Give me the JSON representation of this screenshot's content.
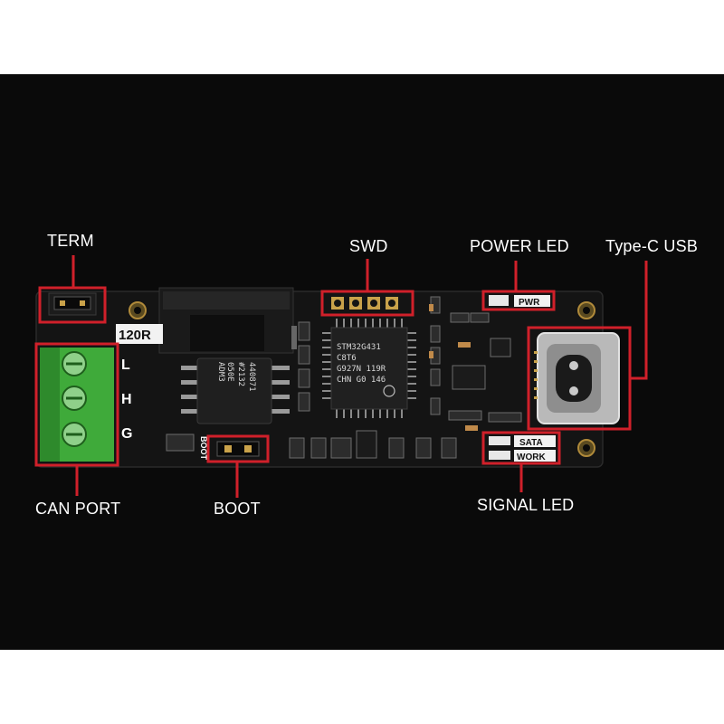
{
  "callouts": {
    "term": "TERM",
    "swd": "SWD",
    "power_led": "POWER LED",
    "type_c_usb": "Type-C USB",
    "can_port": "CAN PORT",
    "boot": "BOOT",
    "signal_led": "SIGNAL LED"
  },
  "silkscreen": {
    "resistor": "120R",
    "pwr": "PWR",
    "sata": "SATA",
    "work": "WORK",
    "boot": "BOOT",
    "l": "L",
    "h": "H",
    "g": "G"
  },
  "chips": {
    "mcu": [
      "STM32G431",
      "C8T6",
      "G927N 119R",
      "CHN G0 146"
    ],
    "transceiver": [
      "ADM3",
      "050E",
      "#2132",
      "440871"
    ]
  },
  "colors": {
    "background": "#0a0a0a",
    "pcb": "#141414",
    "highlight": "#d0202a",
    "terminal": "#3faa3a",
    "callout_text": "#ffffff"
  }
}
